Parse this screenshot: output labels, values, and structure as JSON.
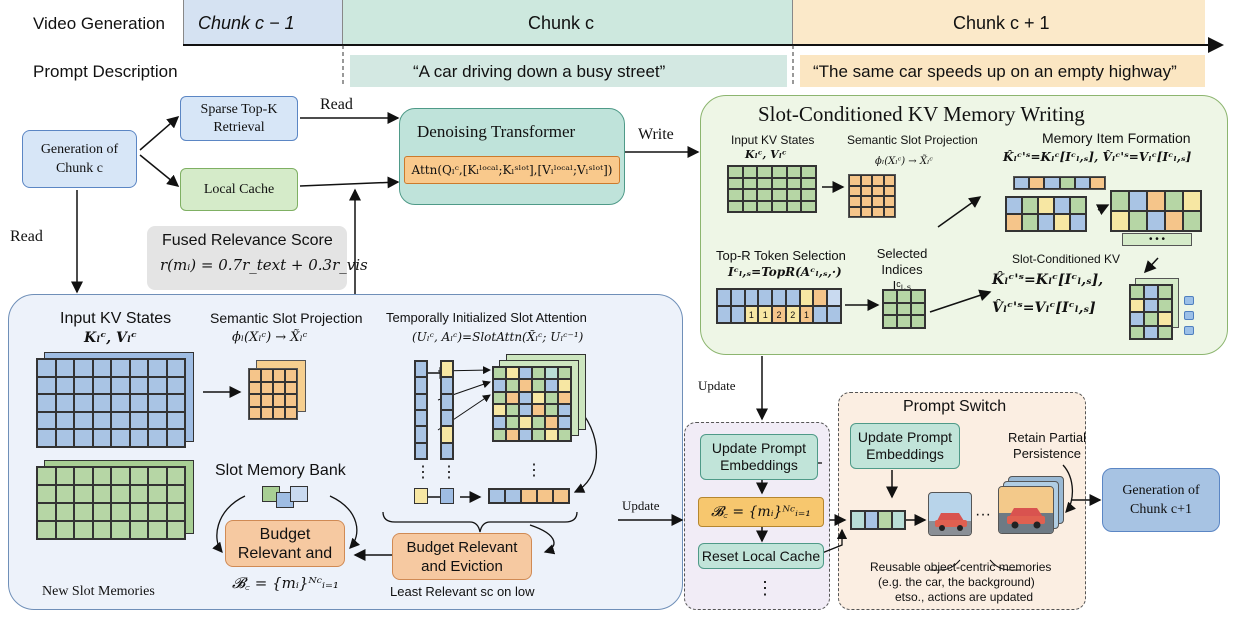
{
  "timeline": {
    "video_generation": "Video Generation",
    "prompt_description": "Prompt Description",
    "chunk_prev": "Chunk c − 1",
    "chunk_cur": "Chunk c",
    "chunk_next": "Chunk c + 1",
    "prompt_cur": "“A car driving down a busy street”",
    "prompt_next": "“The same car speeds up on an empty highway”"
  },
  "top_flow": {
    "generation_of_chunk": "Generation of Chunk c",
    "sparse_retrieval": "Sparse Top-K Retrieval",
    "local_cache": "Local Cache",
    "read_top": "Read",
    "read_left": "Read",
    "denoising_title": "Denoising Transformer",
    "attn_formula": "Attn(Qₗᶜ,[Kₗˡᵒᶜᵃˡ;Kₗˢˡᵒᵗ],[Vₗˡᵒᶜᵃˡ;Vₗˢˡᵒᵗ])",
    "write": "Write",
    "fused_title": "Fused Relevance Score",
    "fused_formula": "r(mᵢ) = 0.7r_text + 0.3r_vis"
  },
  "writing_panel": {
    "title": "Slot-Conditioned KV Memory Writing",
    "input_kv": "Input KV States",
    "input_kv_math": "Kₗᶜ, Vₗᶜ",
    "semantic_proj": "Semantic Slot Projection",
    "semantic_proj_math": "ϕₗ(Xₗᶜ) → X̃ₗᶜ",
    "memory_item": "Memory Item Formation",
    "memory_item_math": "K̂ₗᶜ'ˢ=Kₗᶜ[Iᶜₗ,ₛ], V̂ₗᶜ'ˢ=Vₗᶜ[Iᶜₗ,ₛ]",
    "topr": "Top-R Token Selection",
    "topr_math": "Iᶜₗ,ₛ=TopR(Aᶜₗ,ₛ,·)",
    "selected": "Selected Indices Iᶜₗ,ₛ",
    "slot_cond_kv": "Slot-Conditioned KV",
    "slot_cond_k": "K̂ₗᶜ'ˢ=Kₗᶜ[Iᶜₗ,ₛ],",
    "slot_cond_v": "V̂ₗᶜ'ˢ=Vₗᶜ[Iᶜₗ,ₛ]",
    "cell_labels": [
      "1",
      "1",
      "1",
      "2",
      "2"
    ],
    "dots": "•  •  •"
  },
  "slot_panel": {
    "input_kv": "Input KV States",
    "input_kv_math": "Kₗᶜ, Vₗᶜ",
    "semantic_proj": "Semantic Slot Projection",
    "semantic_proj_math": "ϕₗ(Xₗᶜ) → X̃ₗᶜ",
    "temporal_attn": "Temporally Initialized Slot Attention",
    "temporal_attn_math": "(Uₗᶜ, Aₗᶜ)=SlotAttn(X̃ₗᶜ; Uₗᶜ⁻¹)",
    "slot_memory_bank": "Slot Memory Bank",
    "budget_relevant": "Budget Relevant and",
    "budget_formula": "𝓑꜀ = {mᵢ}ᴺᶜᵢ₌₁",
    "budget_eviction": "Budget Relevant and Eviction",
    "least_relevant": "Least Relevant sc on low",
    "new_slot_memories": "New Slot Memories",
    "vdots": "⋮"
  },
  "update_panel": {
    "update_top": "Update",
    "update_left": "Update",
    "update_prompt_embeddings": "Update Prompt Embeddings",
    "budget_formula": "𝓑꜀ = {mᵢ}ᴺᶜᵢ₌₁",
    "reset_local_cache": "Reset Local Cache",
    "vdots": "⋮"
  },
  "prompt_switch": {
    "title": "Prompt Switch",
    "update_prompt_embeddings": "Update Prompt Embeddings",
    "retain": "Retain Partial Persistence",
    "ellipsis": "···",
    "reusable_1": "Reusable object-centric memories",
    "reusable_2": "(e.g. the car, the background)",
    "reusable_3": "etso., actions are updated",
    "generation_next": "Generation of Chunk c+1"
  },
  "colors": {
    "blue": "#a9c4e4",
    "green": "#b6d6a5",
    "orange": "#f5c58a",
    "teal": "#b9ddd6",
    "panel_blue": "#edf2fa",
    "panel_green": "#eef6e6",
    "panel_purple": "#f1ecf6",
    "panel_orange": "#fbeee2"
  }
}
